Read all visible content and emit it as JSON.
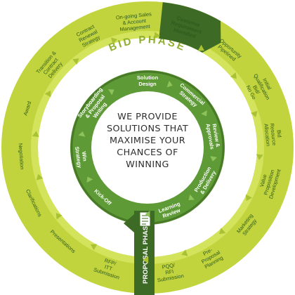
{
  "center_message": {
    "line1": "WE PROVIDE",
    "line2": "SOLUTIONS THAT",
    "line3": "MAXIMISE YOUR",
    "line4": "CHANCES OF",
    "line5": "WINNING"
  },
  "bid_phase": {
    "title": "BID PHASE",
    "steps": [
      {
        "lines": [
          "Customer",
          "Requirement",
          "Identified"
        ],
        "angle": 18,
        "highlight": true
      },
      {
        "lines": [
          "Opportunity",
          "Pipelined"
        ],
        "angle": 40,
        "highlight": false
      },
      {
        "lines": [
          "Initial",
          "Qualification",
          "Bid/",
          "No Go"
        ],
        "angle": 62,
        "highlight": false
      },
      {
        "lines": [
          "Bid",
          "Resource",
          "Allocation"
        ],
        "angle": 84,
        "highlight": false
      },
      {
        "lines": [
          "Value",
          "Proposition",
          "Development"
        ],
        "angle": 106,
        "highlight": false
      },
      {
        "lines": [
          "Marketing",
          "Strategy"
        ],
        "angle": 128,
        "highlight": false
      },
      {
        "lines": [
          "Pre-",
          "Proposal",
          "Planning"
        ],
        "angle": 150,
        "highlight": false
      },
      {
        "lines": [
          "PQQ/",
          "RFI",
          "Submission"
        ],
        "angle": 170,
        "highlight": false
      },
      {
        "lines": [
          "RFP/",
          "ITT",
          "Submission"
        ],
        "angle": 198,
        "highlight": false
      },
      {
        "lines": [
          "Presentations"
        ],
        "angle": 222,
        "highlight": false
      },
      {
        "lines": [
          "Clarifications"
        ],
        "angle": 244,
        "highlight": false
      },
      {
        "lines": [
          "Negotiation"
        ],
        "angle": 266,
        "highlight": false
      },
      {
        "lines": [
          "Award"
        ],
        "angle": 288,
        "highlight": false
      },
      {
        "lines": [
          "Transition &",
          "Contract",
          "Delivery"
        ],
        "angle": 310,
        "highlight": false
      },
      {
        "lines": [
          "Contract",
          "Renewal",
          "Strategy"
        ],
        "angle": 332,
        "highlight": false
      },
      {
        "lines": [
          "On-going Sales",
          "& Account",
          "Management"
        ],
        "angle": 354,
        "highlight": false
      }
    ]
  },
  "proposal_phase": {
    "title": "PROPOSAL PHASE",
    "steps": [
      {
        "lines": [
          "Solution",
          "Design"
        ],
        "angle": 0
      },
      {
        "lines": [
          "Commercial",
          "Strategy"
        ],
        "angle": 40
      },
      {
        "lines": [
          "Review &",
          "Approvals"
        ],
        "angle": 80
      },
      {
        "lines": [
          "Production",
          "& Delivery"
        ],
        "angle": 120
      },
      {
        "lines": [
          "Learning",
          "Review"
        ],
        "angle": 160
      },
      {
        "lines": [
          "Kick-Off"
        ],
        "angle": 222
      },
      {
        "lines": [
          "Win",
          "Strategy"
        ],
        "angle": 262
      },
      {
        "lines": [
          "Storyboarding",
          "& Proposal",
          "Writing"
        ],
        "angle": 308
      }
    ]
  },
  "colors": {
    "outer_ring": "#c1d43d",
    "outer_ring_light": "#d4e35c",
    "outer_text": "#2f5a1c",
    "inner_ring": "#5e9a36",
    "inner_ring_dark": "#487a27",
    "highlight": "#3d6b25",
    "center_fill": "#ffffff",
    "center_text": "#2d2d2d",
    "title_text": "#8fae2c"
  },
  "icons": [
    "document-icon"
  ]
}
